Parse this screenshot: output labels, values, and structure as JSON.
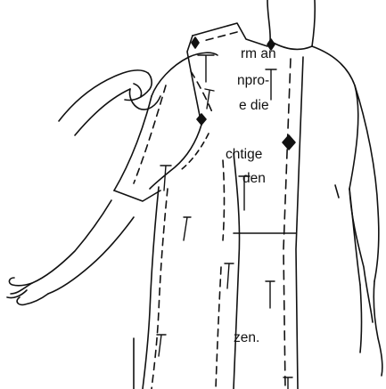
{
  "text_fragments": [
    "rm an",
    "npro-",
    "e die",
    "chtige",
    "den",
    "zen."
  ],
  "illustration": {
    "subject": "dress-form-pattern-fitting",
    "line_color": "#111111",
    "background": "#ffffff"
  }
}
